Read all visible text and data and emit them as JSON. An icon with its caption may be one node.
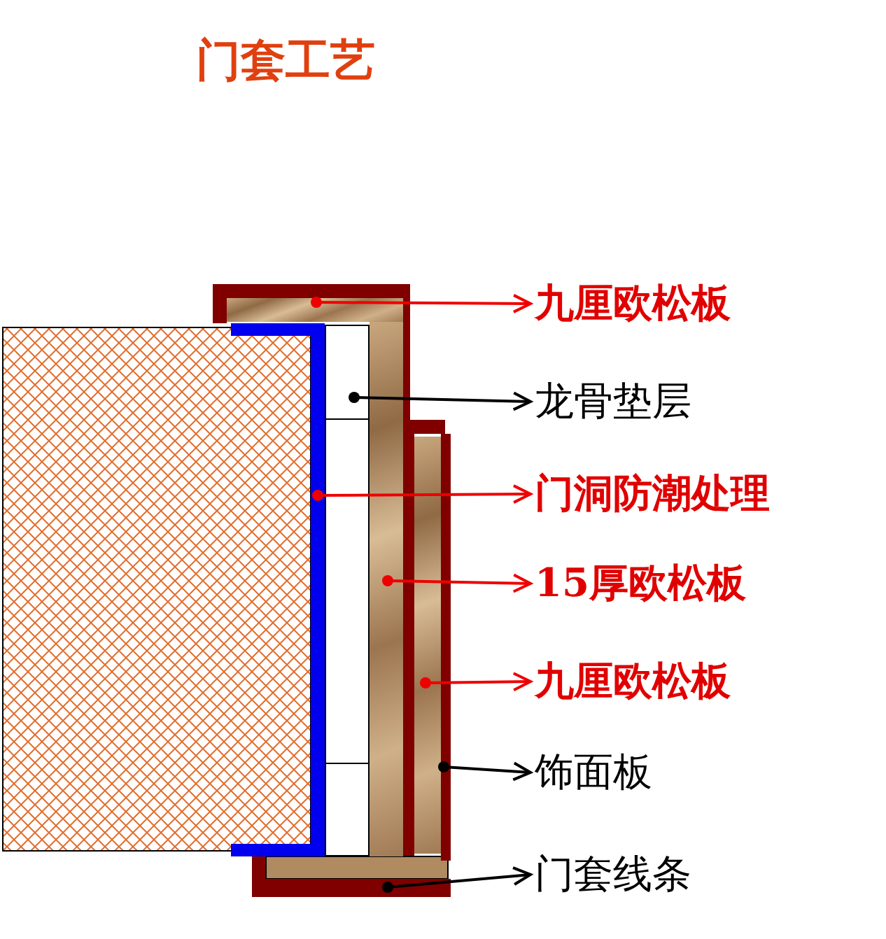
{
  "diagram": {
    "title": "门套工艺",
    "nodes": [
      {
        "text": [
          "九厘欧松板"
        ]
      },
      {
        "text": [
          "龙骨垫层"
        ]
      },
      {
        "text": [
          "门洞防潮处理"
        ]
      },
      {
        "text": [
          "15厚欧松板"
        ]
      },
      {
        "text": [
          "九厘欧松板"
        ]
      },
      {
        "text": [
          "饰面板"
        ]
      },
      {
        "text": [
          "门套线条"
        ]
      },
      {
        "text": [],
        "shape": "bar"
      },
      {
        "text": [],
        "shape": "box"
      },
      {
        "text": [],
        "shape": "bar"
      },
      {
        "text": [],
        "shape": "bar"
      },
      {
        "text": [],
        "shape": "bar"
      },
      {
        "text": [],
        "shape": "bar"
      },
      {
        "text": [],
        "shape": "bar"
      }
    ],
    "edges": [
      {
        "from": 7,
        "to": 0,
        "arrow": "to"
      },
      {
        "from": 8,
        "to": 1,
        "arrow": "to",
        "color": "#000000"
      },
      {
        "from": 9,
        "to": 2,
        "arrow": "to"
      },
      {
        "from": 10,
        "to": 3,
        "arrow": "to"
      },
      {
        "from": 11,
        "to": 4,
        "arrow": "to"
      },
      {
        "from": 12,
        "to": 5,
        "arrow": "to",
        "color": "#000000"
      },
      {
        "from": 13,
        "to": 6,
        "arrow": "to",
        "color": "#000000"
      }
    ]
  }
}
